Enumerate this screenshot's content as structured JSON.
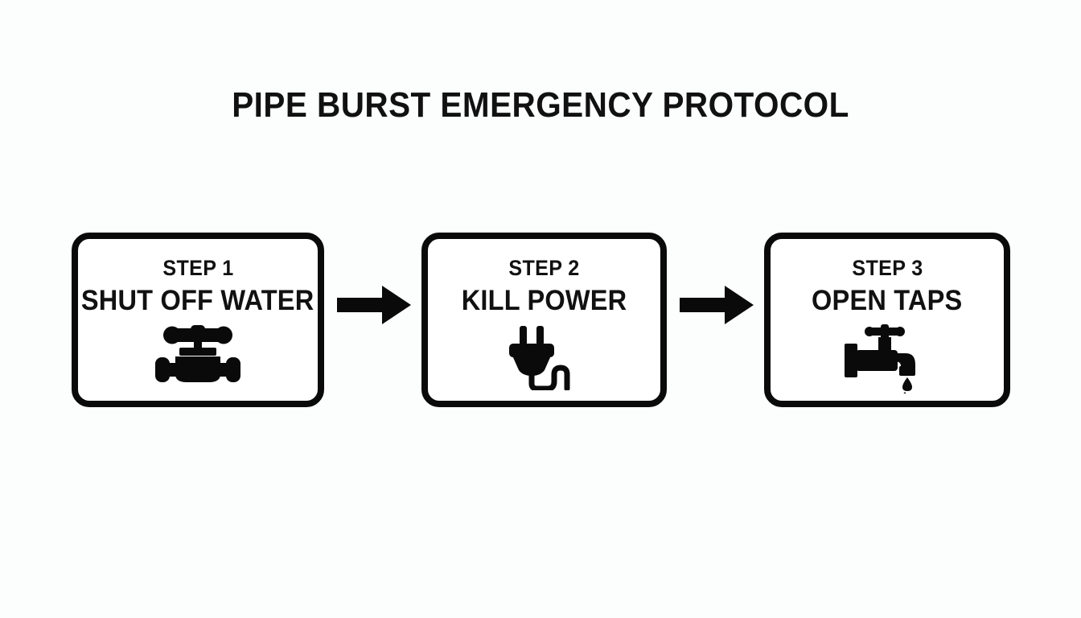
{
  "page": {
    "title": "PIPE BURST EMERGENCY PROTOCOL",
    "background_color": "#fcfdfd",
    "ink_color": "#0a0a0a"
  },
  "flow": {
    "type": "linear-process",
    "connector_icon": "right-arrow-icon",
    "connector_count": 2,
    "steps": [
      {
        "number": "STEP 1",
        "label": "SHUT OFF WATER",
        "icon": "gate-valve-icon"
      },
      {
        "number": "STEP 2",
        "label": "KILL POWER",
        "icon": "electric-plug-icon"
      },
      {
        "number": "STEP 3",
        "label": "OPEN TAPS",
        "icon": "faucet-dripping-icon"
      }
    ]
  }
}
